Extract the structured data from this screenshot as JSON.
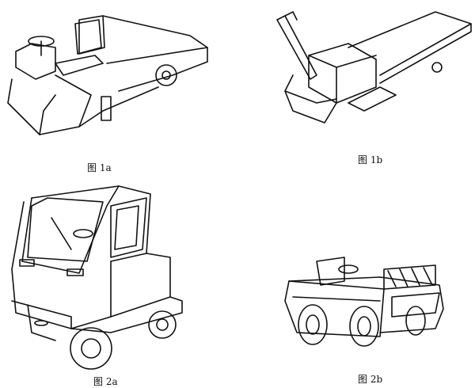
{
  "figures": [
    {
      "id": "1a",
      "caption": "图 1a"
    },
    {
      "id": "1b",
      "caption": "图 1b"
    },
    {
      "id": "2a",
      "caption": "图 2a"
    },
    {
      "id": "2b",
      "caption": "图 2b"
    }
  ]
}
